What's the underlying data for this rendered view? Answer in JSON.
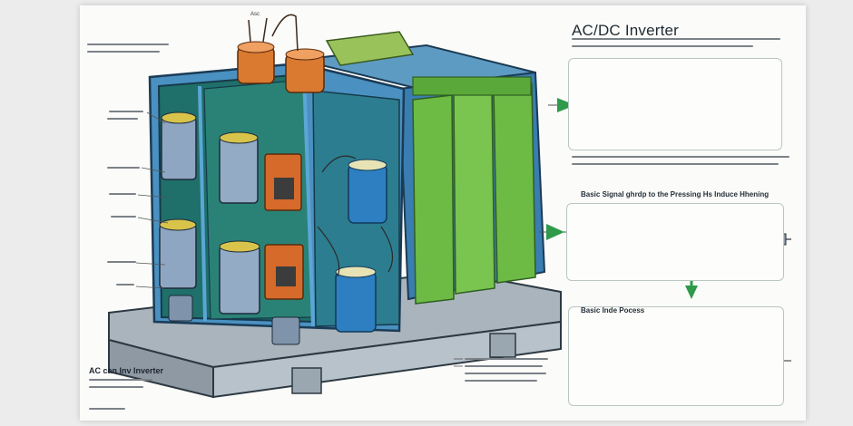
{
  "page": {
    "title": "AC/DC Inverter",
    "top_label": "Asc",
    "caption": "AC can Inv Inverter",
    "panel2_heading": "Basic Signal ghrdp to the Pressing Hs Induce Hhening",
    "panel3_heading": "Basic Inde Pocess"
  },
  "colors": {
    "frame_blue": "#3e86b8",
    "board_green": "#1f6f6a",
    "module_green": "#6dbb45",
    "capacitor_orange": "#d56a2a",
    "arrow_green": "#2f9a4a",
    "wave_green": "#3aa37a",
    "wave_blue": "#2a8fbd"
  },
  "icons": [
    "right-arrow-icon",
    "down-arrow-icon",
    "sine-wave-icon"
  ]
}
